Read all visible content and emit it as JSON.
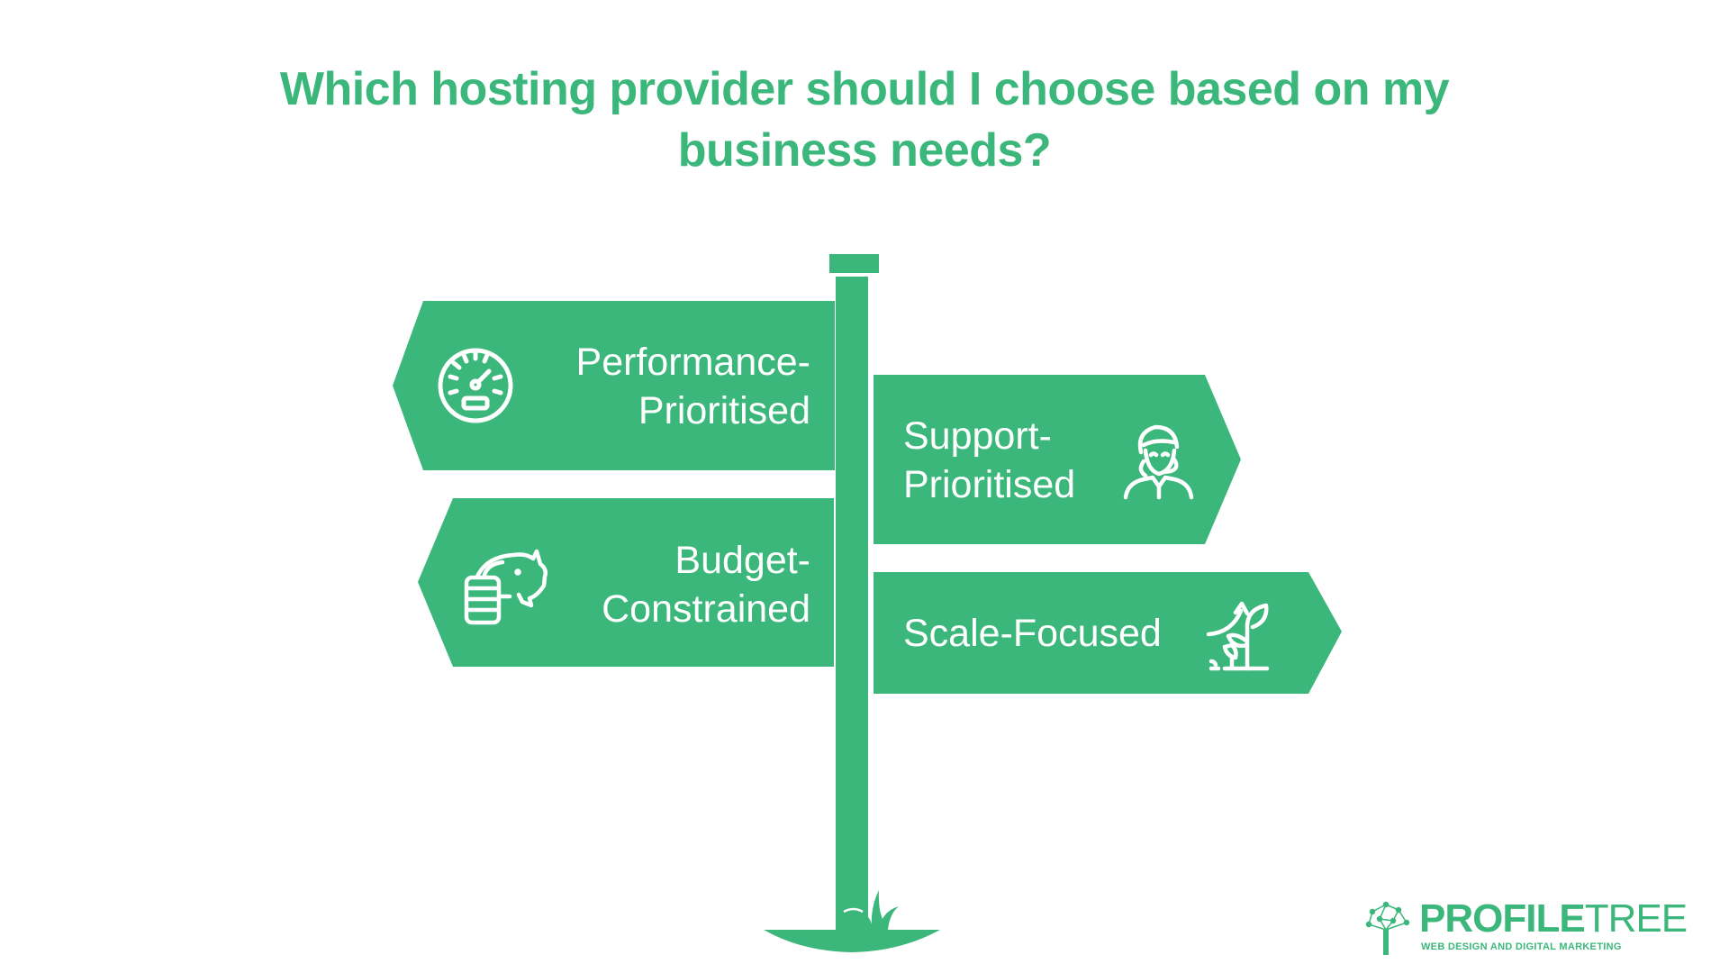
{
  "title": {
    "line1": "Which hosting provider should I choose based on my",
    "line2": "business needs?"
  },
  "colors": {
    "accent": "#3bb77b",
    "text_on_accent": "#ffffff",
    "background": "#ffffff"
  },
  "signs": [
    {
      "id": "performance",
      "line1": "Performance-",
      "line2": "Prioritised",
      "icon": "speedometer-icon",
      "direction": "left"
    },
    {
      "id": "support",
      "line1": "Support-",
      "line2": "Prioritised",
      "icon": "support-agent-icon",
      "direction": "right"
    },
    {
      "id": "budget",
      "line1": "Budget-",
      "line2": "Constrained",
      "icon": "piggy-bank-coins-icon",
      "direction": "left"
    },
    {
      "id": "scale",
      "line1": "Scale-Focused",
      "icon": "growth-plant-icon",
      "direction": "right"
    }
  ],
  "logo": {
    "word_bold": "PROFILE",
    "word_thin": "TREE",
    "tagline": "WEB DESIGN AND DIGITAL MARKETING",
    "icon": "tree-network-icon"
  }
}
